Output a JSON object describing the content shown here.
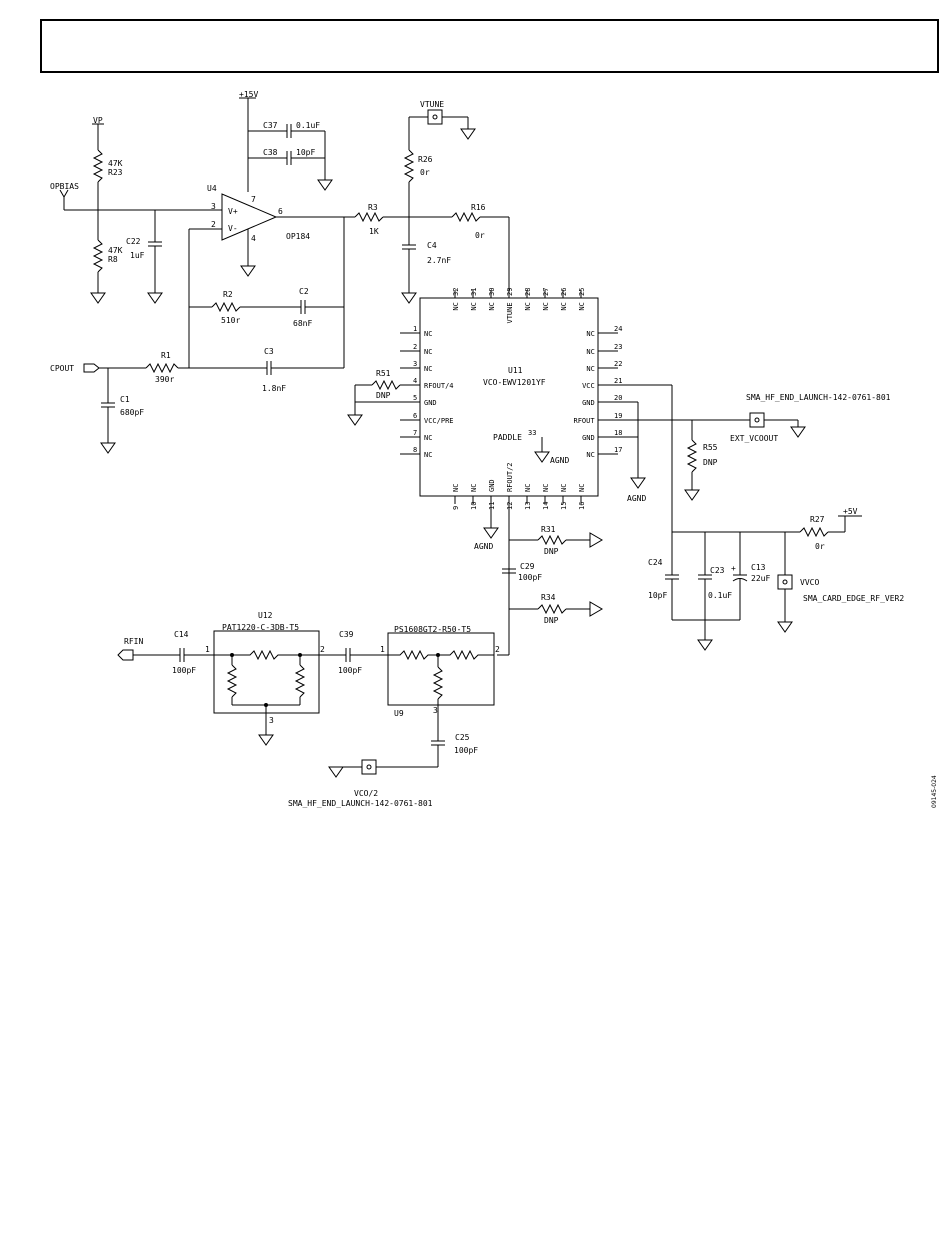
{
  "figure_id": "09145-024",
  "rails": {
    "p15v": "+15V",
    "vp": "VP",
    "p5v": "+5V"
  },
  "opamp": {
    "ref": "U4",
    "part": "OP184",
    "inp": "V+",
    "inn": "V-",
    "pin3": "3",
    "pin2": "2",
    "pin6": "6",
    "pin7": "7",
    "pin4": "4"
  },
  "vco": {
    "ref": "U11",
    "part": "VCO-EWV1201YF",
    "paddle": "PADDLE",
    "paddle_pin": "33",
    "agnd": "AGND"
  },
  "vco_left_pins": [
    {
      "num": "1",
      "name": "NC"
    },
    {
      "num": "2",
      "name": "NC"
    },
    {
      "num": "3",
      "name": "NC"
    },
    {
      "num": "4",
      "name": "RFOUT/4"
    },
    {
      "num": "5",
      "name": "GND"
    },
    {
      "num": "6",
      "name": "VCC/PRE"
    },
    {
      "num": "7",
      "name": "NC"
    },
    {
      "num": "8",
      "name": "NC"
    }
  ],
  "vco_right_pins": [
    {
      "num": "24",
      "name": "NC"
    },
    {
      "num": "23",
      "name": "NC"
    },
    {
      "num": "22",
      "name": "NC"
    },
    {
      "num": "21",
      "name": "VCC"
    },
    {
      "num": "20",
      "name": "GND"
    },
    {
      "num": "19",
      "name": "RFOUT"
    },
    {
      "num": "18",
      "name": "GND"
    },
    {
      "num": "17",
      "name": "NC"
    }
  ],
  "vco_top_pins": [
    {
      "num": "32",
      "name": "NC"
    },
    {
      "num": "31",
      "name": "NC"
    },
    {
      "num": "30",
      "name": "NC"
    },
    {
      "num": "29",
      "name": "VTUNE"
    },
    {
      "num": "28",
      "name": "NC"
    },
    {
      "num": "27",
      "name": "NC"
    },
    {
      "num": "26",
      "name": "NC"
    },
    {
      "num": "25",
      "name": "NC"
    }
  ],
  "vco_bottom_pins": [
    {
      "num": "9",
      "name": "NC"
    },
    {
      "num": "10",
      "name": "NC"
    },
    {
      "num": "11",
      "name": "GND"
    },
    {
      "num": "12",
      "name": "RFOUT/2"
    },
    {
      "num": "13",
      "name": "NC"
    },
    {
      "num": "14",
      "name": "NC"
    },
    {
      "num": "15",
      "name": "NC"
    },
    {
      "num": "16",
      "name": "NC"
    }
  ],
  "components": {
    "r23": {
      "ref": "R23",
      "value": "47K"
    },
    "r8": {
      "ref": "R8",
      "value": "47K"
    },
    "c22": {
      "ref": "C22",
      "value": "1uF"
    },
    "c37": {
      "ref": "C37",
      "value": "0.1uF"
    },
    "c38": {
      "ref": "C38",
      "value": "10pF"
    },
    "r3": {
      "ref": "R3",
      "value": "1K"
    },
    "r26": {
      "ref": "R26",
      "value": "0r"
    },
    "c4": {
      "ref": "C4",
      "value": "2.7nF"
    },
    "r16": {
      "ref": "R16",
      "value": "0r"
    },
    "r2": {
      "ref": "R2",
      "value": "510r"
    },
    "c2": {
      "ref": "C2",
      "value": "68nF"
    },
    "c3": {
      "ref": "C3",
      "value": "1.8nF"
    },
    "r1": {
      "ref": "R1",
      "value": "390r"
    },
    "c1": {
      "ref": "C1",
      "value": "680pF"
    },
    "r51": {
      "ref": "R51",
      "value": "DNP"
    },
    "r55": {
      "ref": "R55",
      "value": "DNP"
    },
    "r27": {
      "ref": "R27",
      "value": "0r"
    },
    "c24": {
      "ref": "C24",
      "value": "10pF"
    },
    "c23": {
      "ref": "C23",
      "value": "0.1uF"
    },
    "c13": {
      "ref": "C13",
      "value": "22uF"
    },
    "r31": {
      "ref": "R31",
      "value": "DNP"
    },
    "r34": {
      "ref": "R34",
      "value": "DNP"
    },
    "c29": {
      "ref": "C29",
      "value": "100pF"
    },
    "c14": {
      "ref": "C14",
      "value": "100pF"
    },
    "c39": {
      "ref": "C39",
      "value": "100pF"
    },
    "c25": {
      "ref": "C25",
      "value": "100pF"
    }
  },
  "nets": {
    "opbias": "OPBIAS",
    "cpout": "CPOUT",
    "vtune": "VTUNE",
    "rfin": "RFIN",
    "agnd": "AGND"
  },
  "connectors": {
    "ext_vcoout": {
      "label": "EXT_VCOOUT",
      "part": "SMA_HF_END_LAUNCH-142-0761-801"
    },
    "vvco": {
      "label": "VVCO",
      "part": "SMA_CARD_EDGE_RF_VER2"
    },
    "vco2": {
      "label": "VCO/2",
      "part": "SMA_HF_END_LAUNCH-142-0761-801"
    }
  },
  "attenuator": {
    "ref": "U12",
    "part": "PAT1220-C-3DB-T5",
    "pin1": "1",
    "pin2": "2",
    "pin3": "3"
  },
  "splitter": {
    "ref": "U9",
    "part": "PS1608GT2-R50-T5",
    "pin1": "1",
    "pin2": "2",
    "pin3": "3"
  }
}
